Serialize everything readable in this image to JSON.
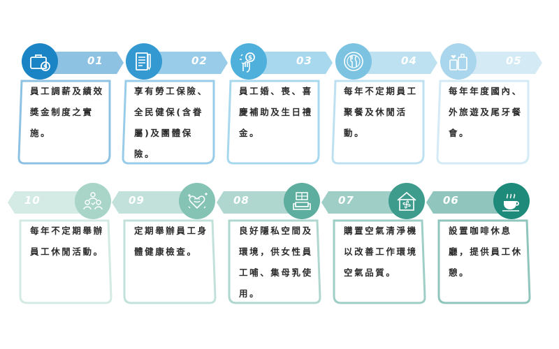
{
  "cards": [
    {
      "num": "01",
      "text": "員工調薪及績效獎金制度之實施。",
      "color": "#1a84c4",
      "icon": "briefcase-money-icon"
    },
    {
      "num": "02",
      "text": "享有勞工保險、全民健保(含眷屬)及團體保險。",
      "color": "#3399d0",
      "icon": "document-pen-icon"
    },
    {
      "num": "03",
      "text": "員工婚、喪、喜慶補助及生日禮金。",
      "color": "#4fb0dc",
      "icon": "hand-coin-icon"
    },
    {
      "num": "04",
      "text": "每年不定期員工聚餐及休閒活動。",
      "color": "#7cc3e2",
      "icon": "plate-cutlery-icon"
    },
    {
      "num": "05",
      "text": "每年年度國內、外旅遊及尾牙餐會。",
      "color": "#a9d6ec",
      "icon": "luggage-heart-icon"
    },
    {
      "num": "06",
      "text": "設置咖啡休息廳，提供員工休憩。",
      "color": "#1e8a7a",
      "icon": "coffee-cup-icon"
    },
    {
      "num": "07",
      "text": "購置空氣清淨機以改善工作環境空氣品質。",
      "color": "#3d9c8c",
      "icon": "house-fan-icon"
    },
    {
      "num": "08",
      "text": "良好隱私空間及環境，供女性員工哺、集母乳使用。",
      "color": "#5eae9f",
      "icon": "sofa-room-icon"
    },
    {
      "num": "09",
      "text": "定期舉辦員工身體健康檢查。",
      "color": "#85c3b5",
      "icon": "heart-health-icon"
    },
    {
      "num": "10",
      "text": "每年不定期舉辦員工休閒活動。",
      "color": "#a8d5c8",
      "icon": "people-group-icon"
    }
  ]
}
